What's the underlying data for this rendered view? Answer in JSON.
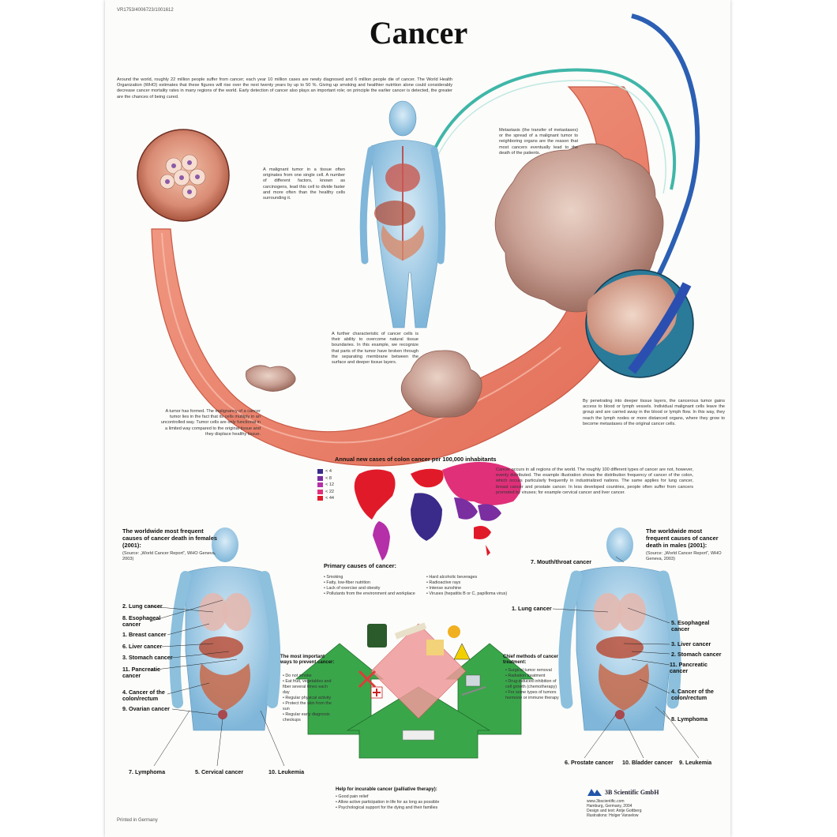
{
  "poster": {
    "code": "VR1753/4006723/1001612",
    "title": "Cancer",
    "intro": "Around the world, roughly 22 million people suffer from cancer; each year 10 million cases are newly diagnosed and 6 million people die of cancer. The World Health Organization (WHO) estimates that these figures will rise over the next twenty years by up to 50 %. Giving up smoking and healthier nutrition alone could considerably decrease cancer mortality rates in many regions of the world. Early detection of cancer also plays an important role; on principle the earlier cancer is detected, the greater are the chances of being cured.",
    "notes": {
      "malignant": "A malignant tumor in a tissue often originates from one single cell. A number of different factors, known as carcinogens, lead this cell to divide faster and more often than the healthy cells surrounding it.",
      "metastasis": "Metastasis (the transfer of metastases) or the spread of a malignant tumor to neighboring organs are the reason that most cancers eventually lead to the death of the patients.",
      "further": "A further characteristic of cancer cells is their ability to overcome natural tissue boundaries. In this example, we recognize that parts of the tumor have broken through the separating membrane between the surface and deeper tissue layers.",
      "formed": "A tumor has formed. The malignancy of a cancer tumor lies in the fact that its cells multiply in an uncontrolled way. Tumor cells are only functional in a limited way compared to the original tissue and they displace healthy tissue.",
      "penetrating": "By penetrating into deeper tissue layers, the cancerous tumor gains access to blood or lymph vessels. Individual malignant cells leave the group and are carried away in the blood or lymph flow. In this way, they reach the lymph nodes or more distanced organs, where they grow to become metastases of the original cancer cells.",
      "regions": "Cancer occurs in all regions of the world. The roughly 100 different types of cancer are not, however, evenly distributed. The example illustration shows the distribution frequency of cancer of the colon, which occurs particularly frequently in industrialized nations. The same applies for lung cancer, breast cancer and prostate cancer. In less developed countries, people often suffer from cancers promoted by viruses; for example cervical cancer and liver cancer."
    },
    "map": {
      "title": "Annual new cases of colon cancer per 100,000 inhabitants",
      "legend": [
        {
          "label": "< 4",
          "color": "#3a2a8a"
        },
        {
          "label": "< 8",
          "color": "#7a2ea0"
        },
        {
          "label": "< 12",
          "color": "#b52fa8"
        },
        {
          "label": "< 22",
          "color": "#e0307a"
        },
        {
          "label": "< 44",
          "color": "#e11a2a"
        }
      ]
    },
    "females": {
      "heading": "The worldwide most frequent causes of cancer death in females (2001):",
      "source": "(Source: „World Cancer Report“, WHO Geneva, 2003)",
      "labels": {
        "lung": "2. Lung cancer",
        "esophageal": "8. Esophageal cancer",
        "breast": "1. Breast cancer",
        "liver": "6. Liver cancer",
        "stomach": "3. Stomach cancer",
        "pancreatic": "11. Pancreatic cancer",
        "colon": "4. Cancer of the colon/rectum",
        "ovarian": "9. Ovarian cancer",
        "lymphoma": "7. Lymphoma",
        "cervical": "5. Cervical cancer",
        "leukemia": "10. Leukemia"
      }
    },
    "males": {
      "heading": "The worldwide most frequent causes of cancer death in males (2001):",
      "source": "(Source: „World Cancer Report“, WHO Geneva, 2003)",
      "labels": {
        "mouth": "7. Mouth/throat cancer",
        "lung": "1. Lung cancer",
        "esophageal": "5. Esophageal cancer",
        "liver": "3. Liver cancer",
        "stomach": "2. Stomach cancer",
        "pancreatic": "11. Pancreatic cancer",
        "colon": "4. Cancer of the colon/rectum",
        "lymphoma": "8. Lymphoma",
        "prostate": "6. Prostate cancer",
        "bladder": "10. Bladder cancer",
        "leukemia": "9. Leukemia"
      }
    },
    "primary": {
      "heading": "Primary causes of cancer:",
      "left": [
        "Smoking",
        "Fatty, low-fiber nutrition",
        "Lack of exercise and obesity",
        "Pollutants from the environment and workplace"
      ],
      "right": [
        "Hard alcoholic beverages",
        "Radioactive rays",
        "Intense sunshine",
        "Viruses (hepatitis B or C, papilloma virus)"
      ]
    },
    "prevent": {
      "heading": "The most important ways to prevent cancer:",
      "items": [
        "Do not smoke",
        "Eat fruit, vegetables and fiber several times each day",
        "Regular physical activity",
        "Protect the skin from the sun",
        "Regular early diagnosis checkups"
      ]
    },
    "treatment": {
      "heading": "Chief methods of cancer treatment:",
      "items": [
        "Surgical tumor removal",
        "Radiation treatment",
        "Drug-induced inhibition of cell growth (chemotherapy)",
        "For some types of tumors hormone or immune therapy"
      ]
    },
    "palliative": {
      "heading": "Help for incurable cancer (palliative therapy):",
      "items": [
        "Good pain relief",
        "Allow active participation in life for as long as possible",
        "Psychological support for the dying and their families"
      ]
    },
    "publisher": {
      "name": "3B Scientific GmbH",
      "url": "www.3bscientific.com",
      "place": "Hamburg, Germany, 2004",
      "design": "Design and text: Antje Gottberg",
      "illus": "Illustrations: Holger Vanselow"
    },
    "printed": "Printed in Germany"
  },
  "colors": {
    "tissue": "#e9806a",
    "tissue_dark": "#c85a45",
    "tumor": "#c9a094",
    "blood_vessel": "#2b5fb3",
    "lymph_vessel": "#3fb6a8",
    "body_blue": "#7fb6d9",
    "green_arrow": "#3aa64a"
  }
}
